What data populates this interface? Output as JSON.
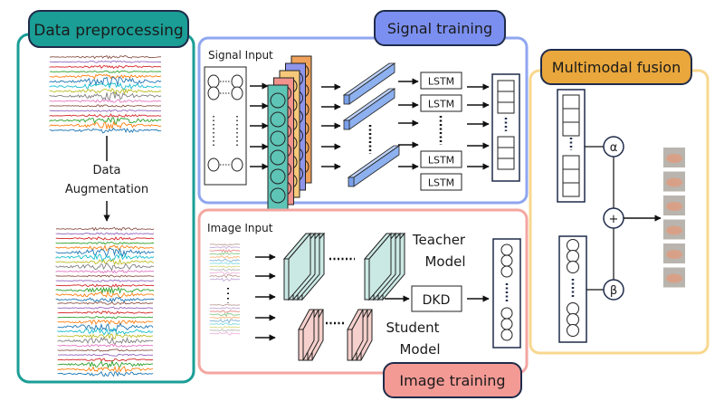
{
  "sections": {
    "preprocessing": {
      "title": "Data preprocessing",
      "step_label_line1": "Data",
      "step_label_line2": "Augmentation",
      "color": "#1a9e96",
      "fill": "#1a9e96"
    },
    "signal": {
      "title": "Signal training",
      "input_label": "Signal Input",
      "lstm_label": "LSTM",
      "color": "#8fa6f0",
      "fill": "#7b8ff0"
    },
    "image": {
      "title": "Image training",
      "input_label": "Image Input",
      "teacher_line1": "Teacher",
      "teacher_line2": "Model",
      "student_line1": "Student",
      "student_line2": "Model",
      "dkd_label": "DKD",
      "color": "#f3a6a0",
      "fill": "#f49a95"
    },
    "fusion": {
      "title": "Multimodal fusion",
      "alpha": "α",
      "beta": "β",
      "plus": "+",
      "color": "#f8d78e",
      "fill": "#e9a73c"
    }
  },
  "signal_colors": [
    "#8c564b",
    "#9467bd",
    "#d62728",
    "#2ca02c",
    "#ff7f0e",
    "#1f77b4",
    "#17becf",
    "#bcbd22",
    "#7f7f7f",
    "#e377c2",
    "#8c564b",
    "#9467bd",
    "#d62728",
    "#2ca02c",
    "#ff7f0e",
    "#1f77b4"
  ],
  "conv_layer_colors": [
    "#f0a15a",
    "#8f95ea",
    "#f6c97a",
    "#f1928c",
    "#5ec4b6"
  ],
  "gesture_count": 6
}
